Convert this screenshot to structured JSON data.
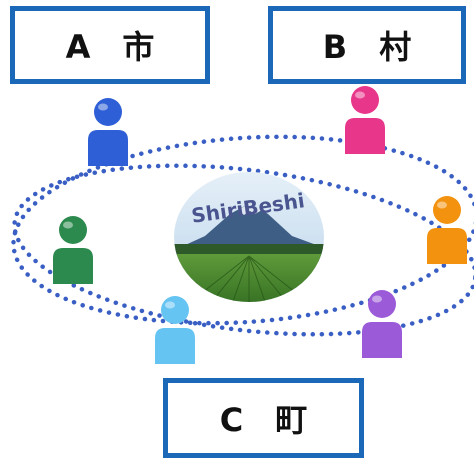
{
  "municipalities": {
    "a": {
      "label": "A　市"
    },
    "b": {
      "label": "B　村"
    },
    "c": {
      "label": "C　町"
    }
  },
  "center_logo": {
    "text": "ShiriBeshi",
    "sky_color": "#c9dff0",
    "mountain_color": "#3f5e86",
    "field_color": "#3f7d2c"
  },
  "people": [
    {
      "id": "blue",
      "color": "#2f5fd6"
    },
    {
      "id": "pink",
      "color": "#e8368a"
    },
    {
      "id": "green",
      "color": "#2d8a4e"
    },
    {
      "id": "orange",
      "color": "#f3920f"
    },
    {
      "id": "skyblue",
      "color": "#66c4f2"
    },
    {
      "id": "purple",
      "color": "#9b5bd8"
    }
  ],
  "colors": {
    "box_border": "#1b67b8",
    "dots": "#3a5fc4"
  }
}
